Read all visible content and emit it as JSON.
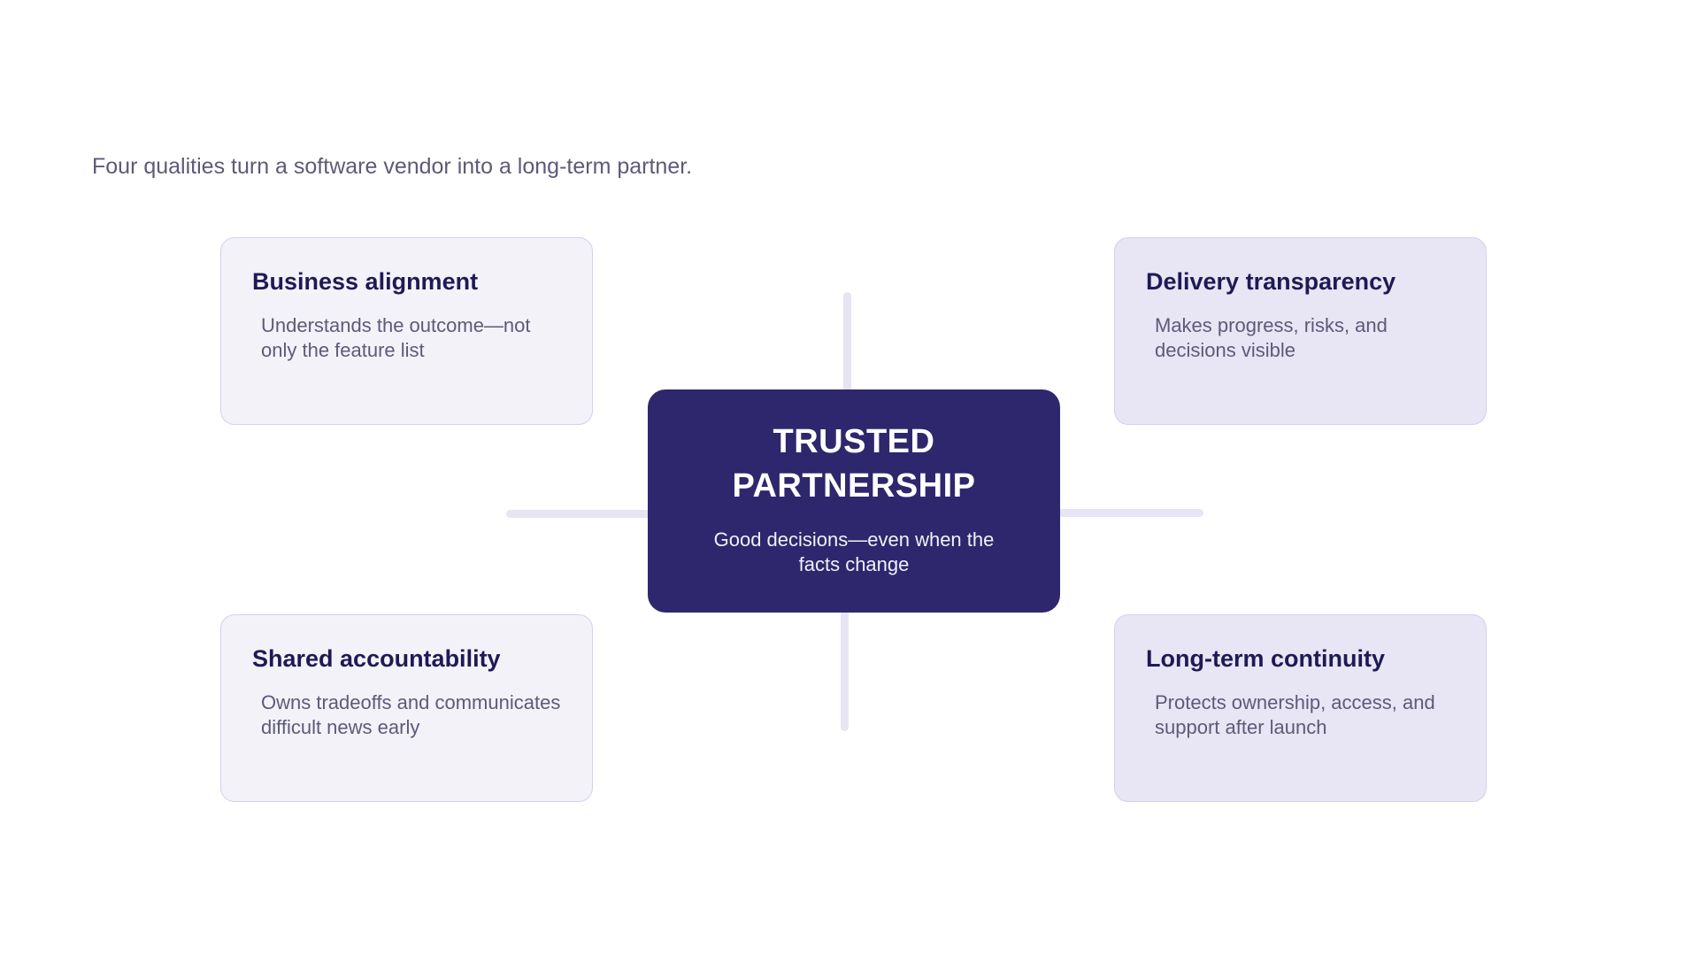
{
  "subtitle": "Four qualities turn a software vendor into a long-term partner.",
  "hub": {
    "title": "TRUSTED PARTNERSHIP",
    "description": "Good decisions—even when the facts change"
  },
  "cards": [
    {
      "title": "Business alignment",
      "description": "Understands the outcome—not only the feature list"
    },
    {
      "title": "Delivery transparency",
      "description": "Makes progress, risks, and decisions visible"
    },
    {
      "title": "Shared accountability",
      "description": "Owns tradeoffs and communicates difficult news early"
    },
    {
      "title": "Long-term continuity",
      "description": "Protects ownership, access, and support after launch"
    }
  ],
  "colors": {
    "hub_background": "#2e276d",
    "card_left_background": "#f3f2f9",
    "card_right_background": "#e8e5f5",
    "card_border": "#d4d0ea",
    "connector": "#e7e4f3",
    "title_text": "#1f1a55",
    "body_text": "#5d5a78"
  }
}
